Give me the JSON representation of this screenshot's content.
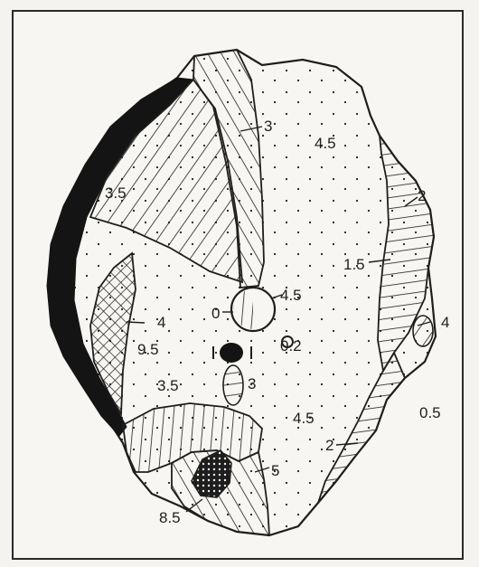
{
  "figure": {
    "colors": {
      "ink": "#1e1e1e",
      "paper": "#f7f6f2",
      "solid": "#141414"
    },
    "labels": {
      "l_3_top": "3",
      "l_4_5_top": "4.5",
      "l_3_5_left": "3.5",
      "l_2_right": "2",
      "l_1_5": "1.5",
      "l_0": "0",
      "l_4_5_mid": "4.5",
      "l_4_left": "4",
      "l_4_right": "4",
      "l_9_5": "9.5",
      "l_0_2": "0.2",
      "l_3_5_low": "3.5",
      "l_3_low": "3",
      "l_4_5_low": "4.5",
      "l_0_5": "0.5",
      "l_2_low": "2",
      "l_5": "5",
      "l_8_5": "8.5"
    }
  }
}
